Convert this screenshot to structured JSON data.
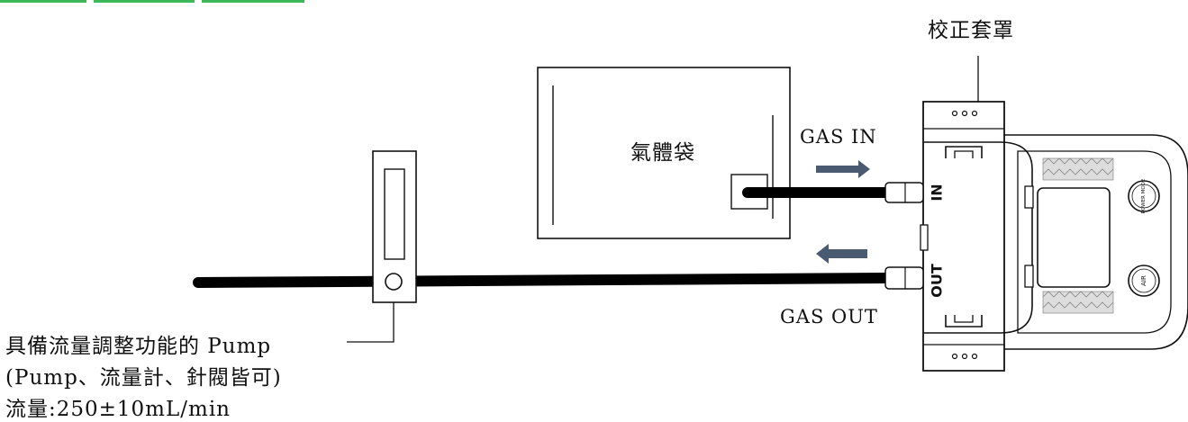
{
  "labels": {
    "gas_bag": "氣體袋",
    "calibration_cap": "校正套罩",
    "gas_in": "GAS IN",
    "gas_out": "GAS OUT",
    "pump_line1": "具備流量調整功能的 Pump",
    "pump_line2": "(Pump、流量計、針閥皆可)",
    "pump_line3": "流量:250±10mL/min"
  },
  "device": {
    "port_in": "IN",
    "port_out": "OUT",
    "button_top": "POWER MODE",
    "button_bottom": "AIR"
  },
  "colors": {
    "arrow": "#4a5a70",
    "tube": "#000000",
    "top_tabs": "#3db85a"
  }
}
